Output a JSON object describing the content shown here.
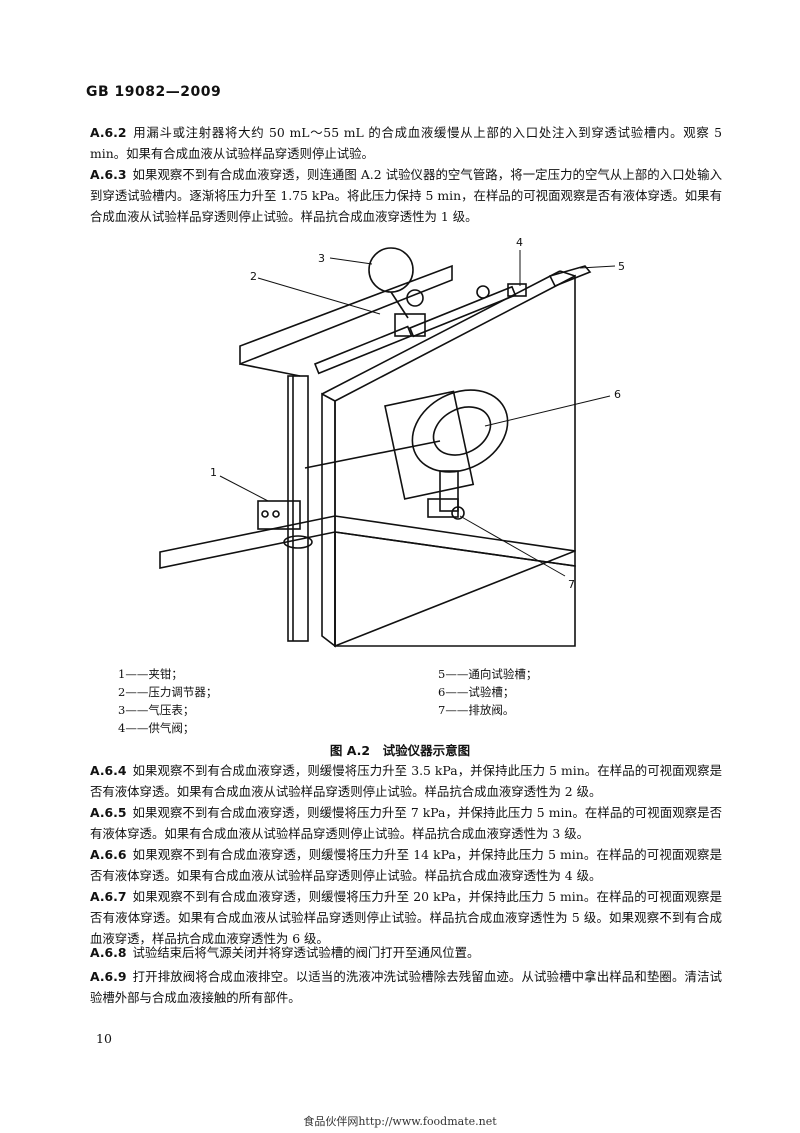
{
  "header": {
    "standard": "GB 19082—2009"
  },
  "paragraphs_top": [
    {
      "label": "A.6.2",
      "text": "用漏斗或注射器将大约 50 mL～55 mL 的合成血液缓慢从上部的入口处注入到穿透试验槽内。观察 5 min。如果有合成血液从试验样品穿透则停止试验。"
    },
    {
      "label": "A.6.3",
      "text": "如果观察不到有合成血液穿透，则连通图 A.2 试验仪器的空气管路，将一定压力的空气从上部的入口处输入到穿透试验槽内。逐渐将压力升至 1.75 kPa。将此压力保持 5 min，在样品的可视面观察是否有液体穿透。如果有合成血液从试验样品穿透则停止试验。样品抗合成血液穿透性为 1 级。"
    }
  ],
  "figure": {
    "callouts": [
      "1",
      "2",
      "3",
      "4",
      "5",
      "6",
      "7"
    ],
    "legend_left": [
      "1——夹钳；",
      "2——压力调节器；",
      "3——气压表；",
      "4——供气阀；"
    ],
    "legend_right": [
      "5——通向试验槽；",
      "6——试验槽；",
      "7——排放阀。"
    ],
    "caption": "图 A.2　试验仪器示意图"
  },
  "paragraphs_bottom": [
    {
      "label": "A.6.4",
      "text": "如果观察不到有合成血液穿透，则缓慢将压力升至 3.5 kPa，并保持此压力 5 min。在样品的可视面观察是否有液体穿透。如果有合成血液从试验样品穿透则停止试验。样品抗合成血液穿透性为 2 级。"
    },
    {
      "label": "A.6.5",
      "text": "如果观察不到有合成血液穿透，则缓慢将压力升至 7 kPa，并保持此压力 5 min。在样品的可视面观察是否有液体穿透。如果有合成血液从试验样品穿透则停止试验。样品抗合成血液穿透性为 3 级。"
    },
    {
      "label": "A.6.6",
      "text": "如果观察不到有合成血液穿透，则缓慢将压力升至 14 kPa，并保持此压力 5 min。在样品的可视面观察是否有液体穿透。如果有合成血液从试验样品穿透则停止试验。样品抗合成血液穿透性为 4 级。"
    },
    {
      "label": "A.6.7",
      "text": "如果观察不到有合成血液穿透，则缓慢将压力升至 20 kPa，并保持此压力 5 min。在样品的可视面观察是否有液体穿透。如果有合成血液从试验样品穿透则停止试验。样品抗合成血液穿透性为 5 级。如果观察不到有合成血液穿透，样品抗合成血液穿透性为 6 级。"
    },
    {
      "label": "A.6.8",
      "text": "试验结束后将气源关闭并将穿透试验槽的阀门打开至通风位置。"
    },
    {
      "label": "A.6.9",
      "text": "打开排放阀将合成血液排空。以适当的洗液冲洗试验槽除去残留血迹。从试验槽中拿出样品和垫圈。清洁试验槽外部与合成血液接触的所有部件。"
    }
  ],
  "page_number": "10",
  "footer": "食品伙伴网http://www.foodmate.net"
}
